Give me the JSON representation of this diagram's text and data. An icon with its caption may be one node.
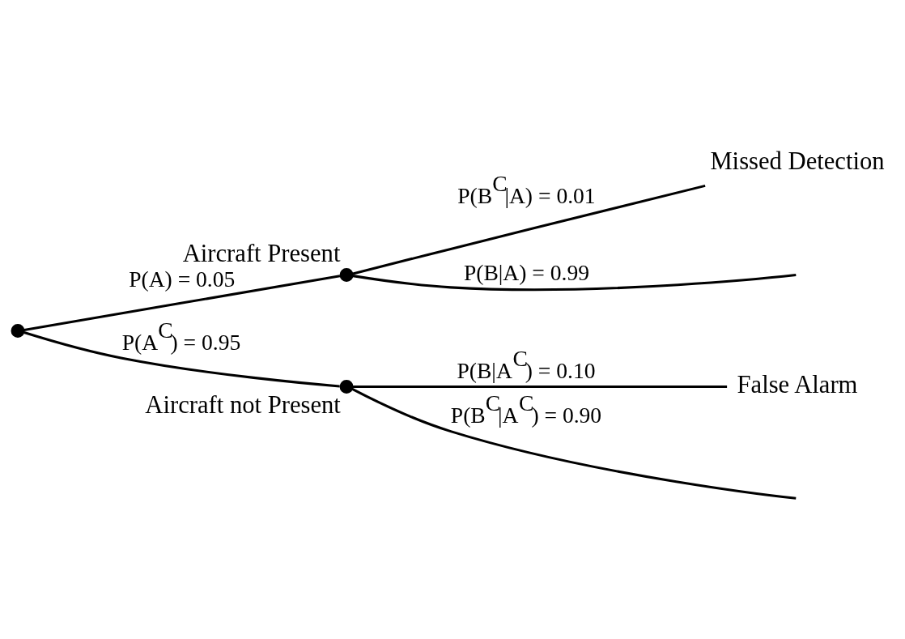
{
  "diagram": {
    "nodes": [
      {
        "text": [],
        "shape": "circle"
      },
      {
        "text": [],
        "shape": "circle",
        "beside": [
          "Aircraft Present"
        ]
      },
      {
        "text": [],
        "shape": "circle",
        "beside": [
          "Aircraft not Present"
        ]
      },
      {
        "text": [
          "Missed Detection"
        ]
      },
      {
        "text": [
          "False Alarm"
        ]
      }
    ],
    "edges": [
      {
        "from": 0,
        "to": 1,
        "arrow": "none",
        "label": "P(A) = 0.05"
      },
      {
        "from": 0,
        "to": 2,
        "arrow": "none",
        "label": "P(A$^{C}$) = 0.95"
      },
      {
        "from": 1,
        "to": null,
        "arrow": "none",
        "label": "P(B|A) = 0.99"
      },
      {
        "from": 1,
        "to": 3,
        "arrow": "none",
        "label": "P(B$^{C}$|A) = 0.01"
      },
      {
        "from": 2,
        "to": 4,
        "arrow": "none",
        "label": "P(B|A$^{C}$) = 0.10"
      },
      {
        "from": 2,
        "to": null,
        "arrow": "none",
        "label": "P(B$^{C}$|A$^{C}$) = 0.90"
      }
    ]
  }
}
